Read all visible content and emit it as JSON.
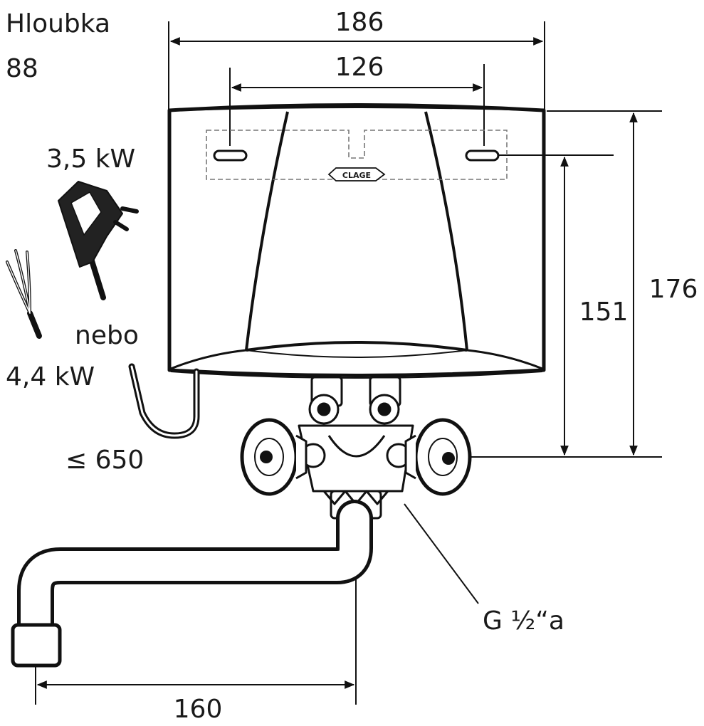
{
  "labels": {
    "depth_title": "Hloubka",
    "depth_value": "88",
    "width_total": "186",
    "mount_spacing": "126",
    "height_total": "176",
    "height_to_outlet": "151",
    "power_plug": "3,5 kW",
    "or_word": "nebo",
    "power_wired": "4,4 kW",
    "cable_length": "≤ 650",
    "thread_spec": "G ½“a",
    "spout_reach": "160",
    "brand_logo": "CLAGE"
  }
}
